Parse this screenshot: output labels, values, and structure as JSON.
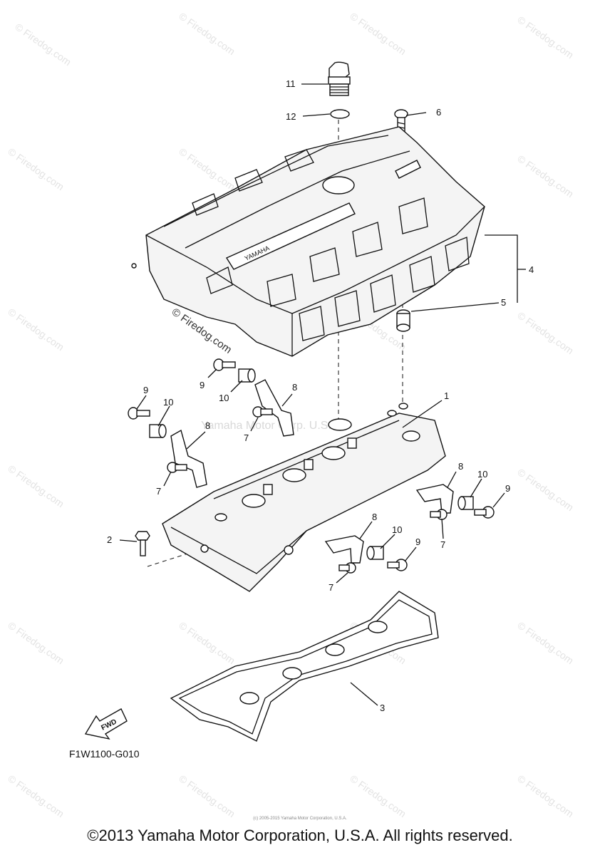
{
  "watermark": "© Firedog.com",
  "watermark_center": "Yamaha Motor Corp. U.S.A.",
  "figure_code": "F1W1100-G010",
  "fwd_label": "FWD",
  "brand_emboss": "YAMAHA",
  "callouts": {
    "c1": "1",
    "c2": "2",
    "c3": "3",
    "c4": "4",
    "c5": "5",
    "c6": "6",
    "c7a": "7",
    "c7b": "7",
    "c7c": "7",
    "c7d": "7",
    "c8a": "8",
    "c8b": "8",
    "c8c": "8",
    "c8d": "8",
    "c9a": "9",
    "c9b": "9",
    "c9c": "9",
    "c9d": "9",
    "c10a": "10",
    "c10b": "10",
    "c10c": "10",
    "c10d": "10",
    "c11": "11",
    "c12": "12"
  },
  "tiny_notice": "(c) 2005-2015 Yamaha Motor Corporation, U.S.A.",
  "copyright": "©2013 Yamaha Motor Corporation, U.S.A. All rights reserved."
}
